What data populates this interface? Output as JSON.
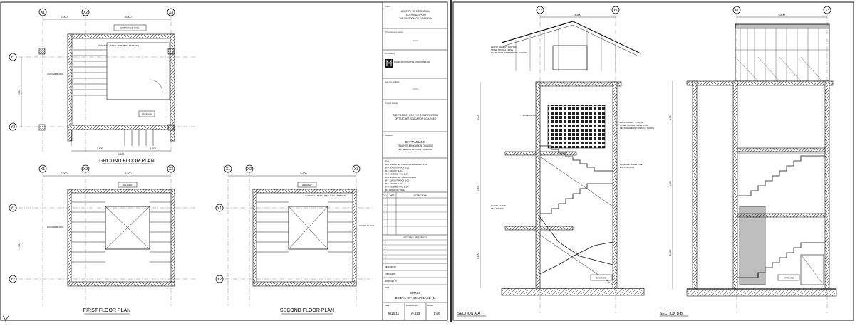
{
  "sheet_left": {
    "plan_titles": {
      "ground": "GROUND FLOOR PLAN",
      "first": "FIRST FLOOR PLAN",
      "second": "SECOND FLOOR PLAN"
    },
    "grid_bubbles": {
      "x1": "X1",
      "x2": "X2",
      "x3": "X3",
      "y1": "Y1",
      "y2": "Y2"
    },
    "dims": {
      "top_a": "2,000",
      "top_b": "5,800",
      "side": "4,500",
      "bottom_a": "2,400",
      "bottom_b": "1,700",
      "bottom_c": "5,800"
    },
    "tags": {
      "entrance_hall": "ENTRANCE HALL",
      "hallway": "HALLWAY",
      "louver_block": "LOUVER BLOCK",
      "storage": "STORAGE"
    },
    "notes": {
      "railing": "HANDRAIL: STEEL PIPE Ø40 / SEPTHEN",
      "railing_2": "HANDRAIL: STEEL PIPE Ø40 / SEPTHEN"
    }
  },
  "title_block": {
    "client_label": "Client",
    "client": [
      "MINISTRY OF EDUCATION,",
      "YOUTH AND SPORT",
      "THE KINGDOM OF CAMBODIA"
    ],
    "procurement_label": "Procurement agent",
    "consultant_label": "Consultant",
    "consultant_name": "MIANKI ARCHITECTS & ASSOCIATES INC",
    "sub_consultant_label": "Sub Consultant",
    "project_label": "Project Name",
    "project": [
      "THE PROJECT FOR THE CONSTRUCTION",
      "OF TEACHER EDUCATION COLLEGES"
    ],
    "location_label": "Location",
    "location": [
      "BATTAMBANG",
      "TEACHER EDUCATION COLLEGE",
      "BATTAMBANG PROVINCE, CAMBODIA"
    ],
    "note_label": "Note",
    "building_list": [
      "BR-A: SPECIAL LECTURE ROOM & ACADEMIC BLDG",
      "BR-B: ADMINISTRATION BLDG",
      "BR-C: LIBRARY BLDG",
      "BR-D: ASSEMBLY HALL BLDG",
      "BR-E: SPECIAL LECTURE ROOM BLDG",
      "BR-F: ADMINISTRATION BLDG",
      "BR-G: LIBRARY BLDG",
      "BR-H: ASSEMBLY HALL BLDG",
      "BR-I: DORMITORY BLDG"
    ],
    "rev_headers": [
      "NO",
      "DATE",
      "MODIFICATION"
    ],
    "rev_rows": [
      "1",
      "2",
      "3",
      "4"
    ],
    "ref_label": "NOTES AND REFERENCES",
    "ref_rows": [
      "A",
      "B",
      "C",
      "D",
      "E"
    ],
    "designed_by": "DESIGNED BY",
    "checked_by": "CHECKED BY",
    "approved_by": "APPROVED BY",
    "title_label": "TITLE",
    "drawing_title": [
      "BRN-3",
      "DETAIL OF STAIRCASE (1)"
    ],
    "bottom_headers": [
      "DATE",
      "DRAWING NO",
      "SCALE"
    ],
    "bottom_values": [
      "2016/11",
      "A-313",
      "1:60"
    ]
  },
  "sheet_right": {
    "section_titles": {
      "aa": "SECTION A-A",
      "bb": "SECTION B-B"
    },
    "grid_bubbles": {
      "y1": "Y1",
      "y2": "Y2",
      "x1": "X1",
      "x3": "X3"
    },
    "dims": {
      "top_a": "4,500",
      "top_b": "5,800",
      "h1": "4,000",
      "h2": "3,900",
      "h3": "3,900"
    },
    "notes": {
      "roof": [
        "FLOOR: CEMENT MORTAR",
        "STEEL TROWEL FINISH",
        "LIQUID TYPE WATERPROOF COATING"
      ],
      "louver": "LOUVER BLOCK",
      "wall": [
        "WALL: CEMENT MORTAR",
        "STEEL TROWEL FINISH WITH",
        "TEXTURED PAINT FINISH (2 COATS)"
      ],
      "handrail": [
        "HANDRAIL: STEEL PIPE",
        "Ø40 TOP (H:90)"
      ],
      "floor": [
        "FLOOR: FLOOR",
        "TILE 300x300"
      ],
      "storage": "STORAGE"
    }
  },
  "colors": {
    "line": "#1a1a1a",
    "hatch": "#555555",
    "bg": "#ffffff",
    "divider": "#2b2b2b"
  }
}
